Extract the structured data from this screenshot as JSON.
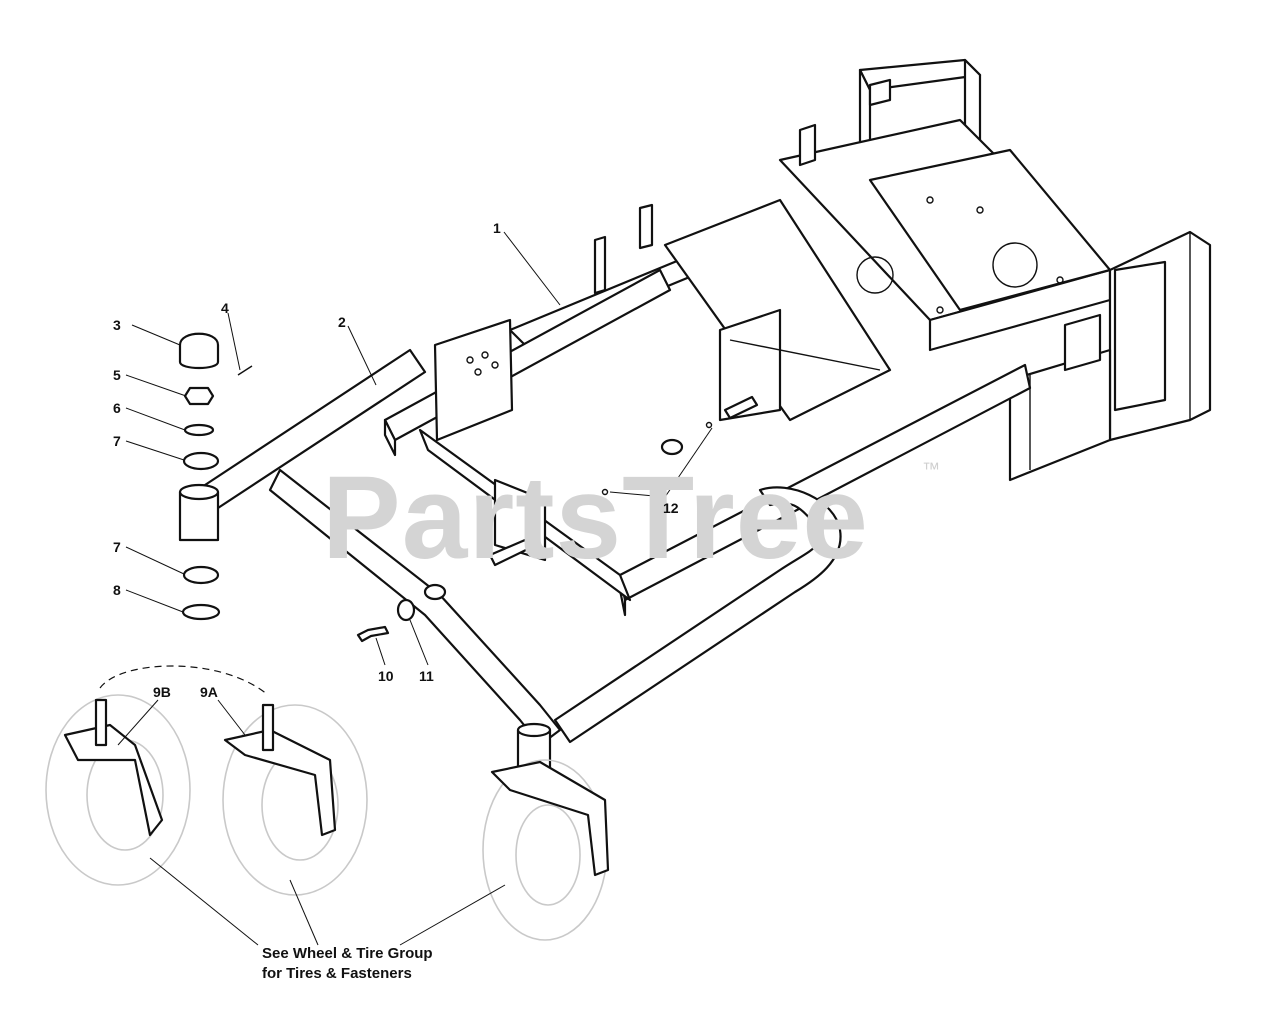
{
  "watermark": {
    "text": "PartsTree",
    "trademark": "™"
  },
  "callouts": [
    {
      "id": "c1",
      "text": "1"
    },
    {
      "id": "c2",
      "text": "2"
    },
    {
      "id": "c3",
      "text": "3"
    },
    {
      "id": "c4",
      "text": "4"
    },
    {
      "id": "c5",
      "text": "5"
    },
    {
      "id": "c6",
      "text": "6"
    },
    {
      "id": "c7a",
      "text": "7"
    },
    {
      "id": "c7b",
      "text": "7"
    },
    {
      "id": "c8",
      "text": "8"
    },
    {
      "id": "c9b",
      "text": "9B"
    },
    {
      "id": "c9a",
      "text": "9A"
    },
    {
      "id": "c10",
      "text": "10"
    },
    {
      "id": "c11",
      "text": "11"
    },
    {
      "id": "c12",
      "text": "12"
    }
  ],
  "note": {
    "line1": "See Wheel & Tire Group",
    "line2": "for Tires & Fasteners"
  }
}
